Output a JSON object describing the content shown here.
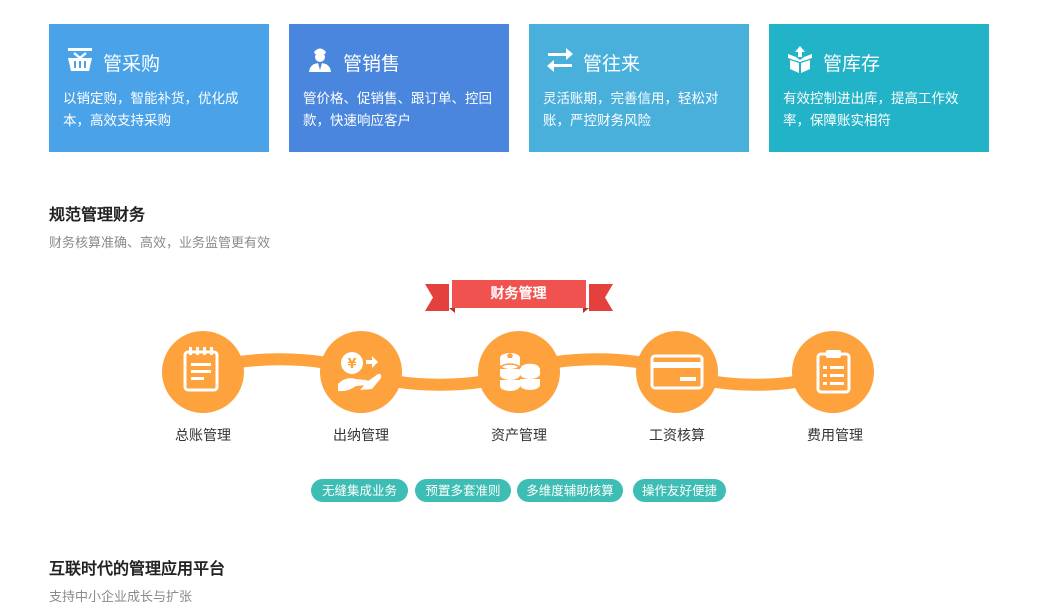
{
  "cards": [
    {
      "title": "管采购",
      "desc": "以销定购，智能补货，优化成本，高效支持采购",
      "icon": "basket-icon",
      "color": "#4aa3e8"
    },
    {
      "title": "管销售",
      "desc": "管价格、促销售、跟订单、控回款，快速响应客户",
      "icon": "salesperson-icon",
      "color": "#4a86dd"
    },
    {
      "title": "管往来",
      "desc": "灵活账期，完善信用，轻松对账，严控财务风险",
      "icon": "exchange-arrows-icon",
      "color": "#49b0dc"
    },
    {
      "title": "管库存",
      "desc": "有效控制进出库，提高工作效率，保障账实相符",
      "icon": "stock-box-icon",
      "color": "#23b3c8"
    }
  ],
  "finance": {
    "title": "规范管理财务",
    "subtitle": "财务核算准确、高效，业务监管更有效",
    "ribbon": "财务管理",
    "nodes": [
      {
        "label": "总账管理",
        "icon": "ledger-icon"
      },
      {
        "label": "出纳管理",
        "icon": "cashier-hand-icon"
      },
      {
        "label": "资产管理",
        "icon": "coin-stack-icon"
      },
      {
        "label": "工资核算",
        "icon": "salary-card-icon"
      },
      {
        "label": "费用管理",
        "icon": "expense-clipboard-icon"
      }
    ],
    "tags": [
      "无缝集成业务",
      "预置多套准则",
      "多维度辅助核算",
      "操作友好便捷"
    ],
    "node_color": "#fda23c",
    "ribbon_color": "#f0524f",
    "tag_color": "#3dbdb3"
  },
  "platform": {
    "title": "互联时代的管理应用平台",
    "subtitle": "支持中小企业成长与扩张"
  }
}
